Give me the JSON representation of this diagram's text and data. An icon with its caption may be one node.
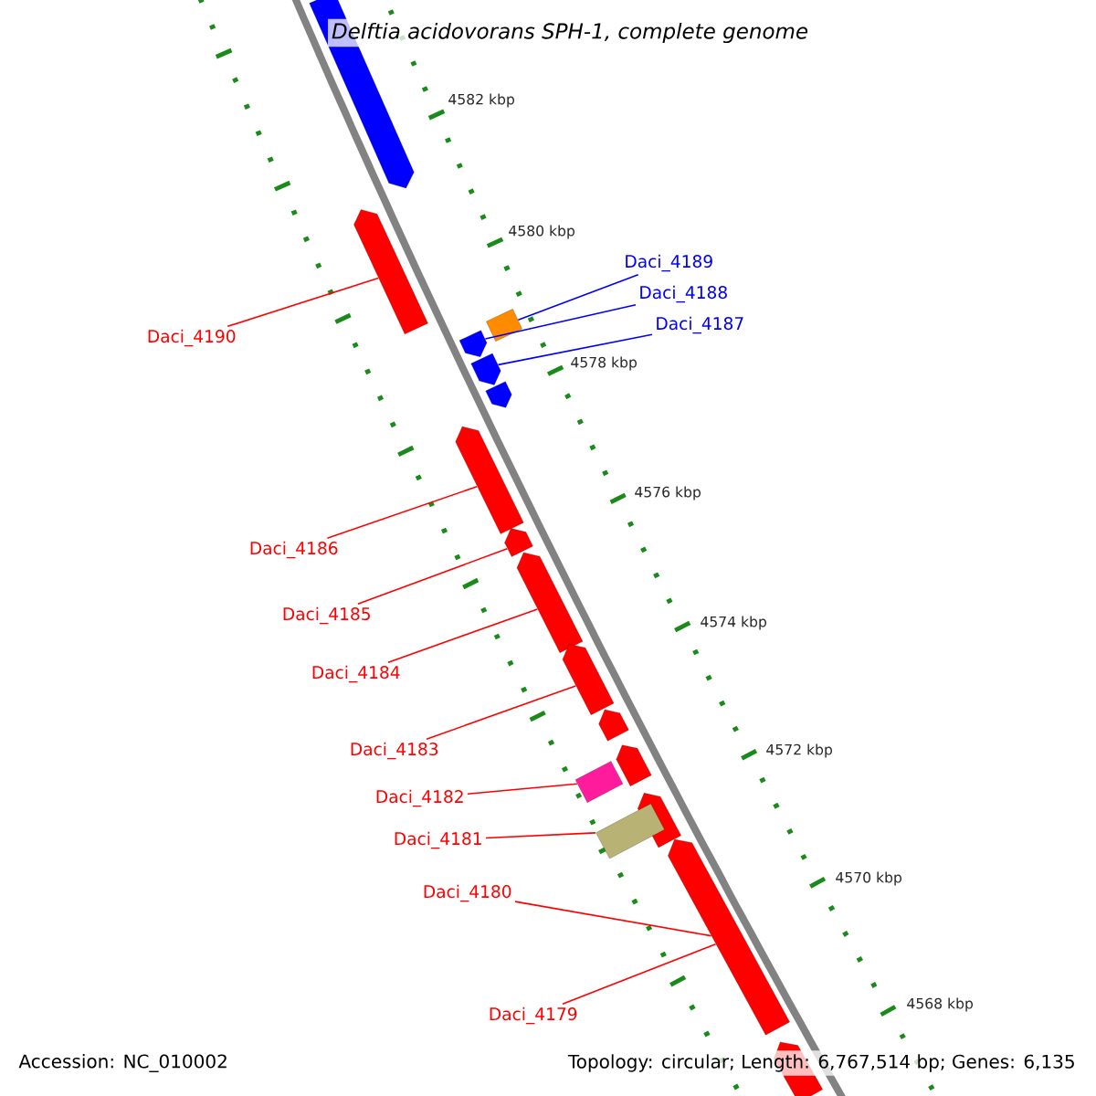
{
  "diagram": {
    "title": "Delftia acidovorans SPH-1, complete genome",
    "nodes": [
      {
        "text": [],
        "shape": "arrow"
      },
      {
        "text": [],
        "shape": "arrow"
      },
      {
        "text": [],
        "shape": "box"
      },
      {
        "text": [],
        "shape": "arrow"
      },
      {
        "text": [],
        "shape": "arrow"
      },
      {
        "text": [],
        "shape": "arrow"
      },
      {
        "text": [],
        "shape": "arrow"
      },
      {
        "text": [],
        "shape": "arrow"
      },
      {
        "text": [],
        "shape": "arrow"
      },
      {
        "text": [],
        "shape": "arrow"
      },
      {
        "text": [],
        "shape": "arrow"
      },
      {
        "text": [],
        "shape": "arrow"
      },
      {
        "text": [],
        "shape": "box"
      },
      {
        "text": [],
        "shape": "arrow"
      },
      {
        "text": [],
        "shape": "box"
      },
      {
        "text": [],
        "shape": "arrow"
      },
      {
        "text": [],
        "shape": "arrow"
      },
      {
        "text": [
          "Daci_4190"
        ]
      },
      {
        "text": [
          "Daci_4189"
        ]
      },
      {
        "text": [
          "Daci_4188"
        ]
      },
      {
        "text": [
          "Daci_4187"
        ]
      },
      {
        "text": [
          "Daci_4186"
        ]
      },
      {
        "text": [
          "Daci_4185"
        ]
      },
      {
        "text": [
          "Daci_4184"
        ]
      },
      {
        "text": [
          "Daci_4183"
        ]
      },
      {
        "text": [
          "Daci_4182"
        ]
      },
      {
        "text": [
          "Daci_4181"
        ]
      },
      {
        "text": [
          "Daci_4180"
        ]
      },
      {
        "text": [
          "Daci_4179"
        ]
      }
    ],
    "edges": [
      {
        "from": 17,
        "to": 1,
        "arrow": "none"
      },
      {
        "from": 18,
        "to": 2,
        "arrow": "none",
        "color": "#0000ff"
      },
      {
        "from": 19,
        "to": 3,
        "arrow": "none",
        "color": "#0000ff"
      },
      {
        "from": 20,
        "to": 4,
        "arrow": "none",
        "color": "#0000ff"
      },
      {
        "from": 21,
        "to": 6,
        "arrow": "none"
      },
      {
        "from": 22,
        "to": 7,
        "arrow": "none"
      },
      {
        "from": 23,
        "to": 8,
        "arrow": "none"
      },
      {
        "from": 24,
        "to": 9,
        "arrow": "none"
      },
      {
        "from": 25,
        "to": 12,
        "arrow": "none"
      },
      {
        "from": 26,
        "to": 14,
        "arrow": "none"
      },
      {
        "from": 27,
        "to": 15,
        "arrow": "none"
      },
      {
        "from": 28,
        "to": 15,
        "arrow": "none"
      }
    ],
    "labels": [
      "4582 kbp",
      "4580 kbp",
      "4578 kbp",
      "4576 kbp",
      "4574 kbp",
      "4572 kbp",
      "4570 kbp",
      "4568 kbp",
      "Accession: NC_010002",
      "Topology: circular; Length: 6,767,514 bp; Genes: 6,135"
    ]
  }
}
